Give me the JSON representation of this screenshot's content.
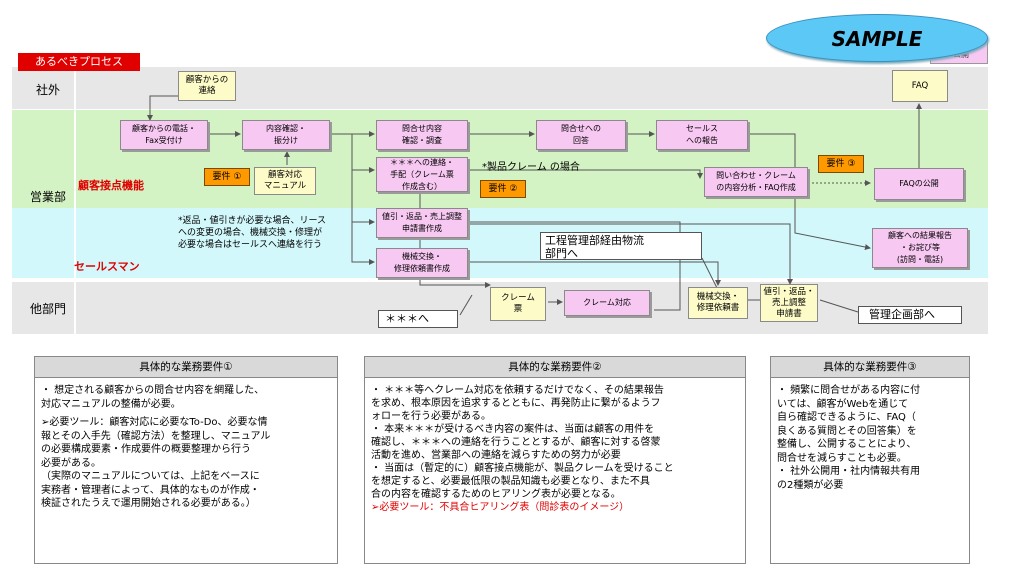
{
  "sample_label": "SAMPLE",
  "sample_tag": "公開",
  "section_tab": "あるべきプロセス",
  "lanes": {
    "external": "社外",
    "sales": "営業部",
    "other": "他部門"
  },
  "sublanes": {
    "contact": "顧客接点機能",
    "salesman": "セールスマン"
  },
  "nodes": {
    "customer_contact": "顧客からの\n連絡",
    "receive_call": "顧客からの電話・\nFax受付け",
    "classify": "内容確認・\n振分け",
    "manual": "顧客対応\nマニュアル",
    "inquiry_check": "問合せ内容\n確認・調査",
    "reply": "問合せへの\n回答",
    "report_to_sales": "セールス\nへの報告",
    "faq": "FAQ",
    "contact_request": "＊＊＊への連絡・\n手配（クレーム票\n作成含む）",
    "analysis": "問い合わせ・クレーム\nの内容分析・FAQ作成",
    "faq_publish": "FAQの公開",
    "discount_doc": "値引・返品・売上調整\n申請書作成",
    "exchange_doc": "機械交換・\n修理依頼書作成",
    "result_report": "顧客への結果報告\n・お詫び等\n(訪問・電話)",
    "claim_slip": "クレーム\n票",
    "claim_handling": "クレーム対応",
    "exchange_request": "機械交換・\n修理依頼書",
    "adjust_request": "値引・返品・\n売上調整\n申請書"
  },
  "requirements": {
    "r1": "要件 ①",
    "r2": "要件 ②",
    "r3": "要件 ③"
  },
  "notes": {
    "claim_case": "*製品クレーム の場合",
    "discount_case": "*返品・値引きが必要な場合、リース\nへの変更の場合、機械交換・修理が\n必要な場合はセールスへ連絡を行う"
  },
  "callouts": {
    "process_mgmt": "工程管理部経由物流\n部門へ",
    "xxx": "＊＊＊へ",
    "planning": "管理企画部へ"
  },
  "panels": [
    {
      "title": "具体的な業務要件①",
      "items": [
        {
          "text": "・ 想定される顧客からの問合せ内容を網羅した、\n   対応マニュアルの整備が必要。",
          "color": "#000000"
        },
        {
          "text": "➢必要ツール：顧客対応に必要なTo-Do、必要な情\n   報とその入手先（確認方法）を整理し、マニュアル\n   の必要構成要素・作成要件の概要整理から行う\n   必要がある。\n   （実際のマニュアルについては、上記をベースに\n   実務者・管理者によって、具体的なものが作成・\n   検証されたうえで運用開始される必要がある。）",
          "color": "#000000"
        }
      ]
    },
    {
      "title": "具体的な業務要件②",
      "items": [
        {
          "text": "・ ＊＊＊等へクレーム対応を依頼するだけでなく、その結果報告\n   を求め、根本原因を追求するとともに、再発防止に繋がるようフ\n   ォローを行う必要がある。",
          "color": "#000000"
        },
        {
          "text": "・ 本来＊＊＊が受けるべき内容の案件は、当面は顧客の用件を\n   確認し、＊＊＊への連絡を行うこととするが、顧客に対する啓蒙\n   活動を進め、営業部への連絡を減らすための努力が必要",
          "color": "#000000"
        },
        {
          "text": "・ 当面は（暫定的に）顧客接点機能が、製品クレームを受けること\n   を想定すると、必要最低限の製品知識も必要となり、また不具\n   合の内容を確認するためのヒアリング表が必要となる。",
          "color": "#000000"
        },
        {
          "text": "➢必要ツール：不具合ヒアリング表（問診表のイメージ）",
          "color": "#e00000"
        }
      ]
    },
    {
      "title": "具体的な業務要件③",
      "items": [
        {
          "text": "・ 頻繁に問合せがある内容に付\n   いては、顧客がWebを通じて\n   自ら確認できるように、FAQ（\n   良くある質問とその回答集）を\n   整備し、公開することにより、\n   問合せを減らすことも必要。",
          "color": "#000000"
        },
        {
          "text": "・ 社外公開用・社内情報共有用\n   の2種類が必要",
          "color": "#000000"
        }
      ]
    }
  ]
}
